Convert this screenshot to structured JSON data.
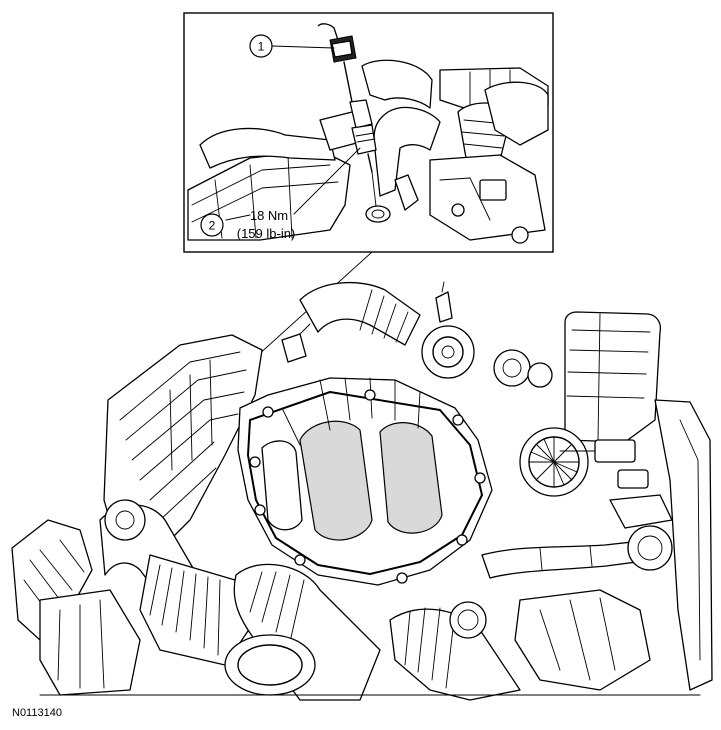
{
  "callouts": [
    {
      "number": "1",
      "label": ""
    },
    {
      "number": "2",
      "label": ""
    }
  ],
  "torque": {
    "metric": "18 Nm",
    "imperial": "(159 lb-in)"
  },
  "figure_id": "N0113140",
  "colors": {
    "ink": "#000000",
    "paper": "#ffffff"
  }
}
